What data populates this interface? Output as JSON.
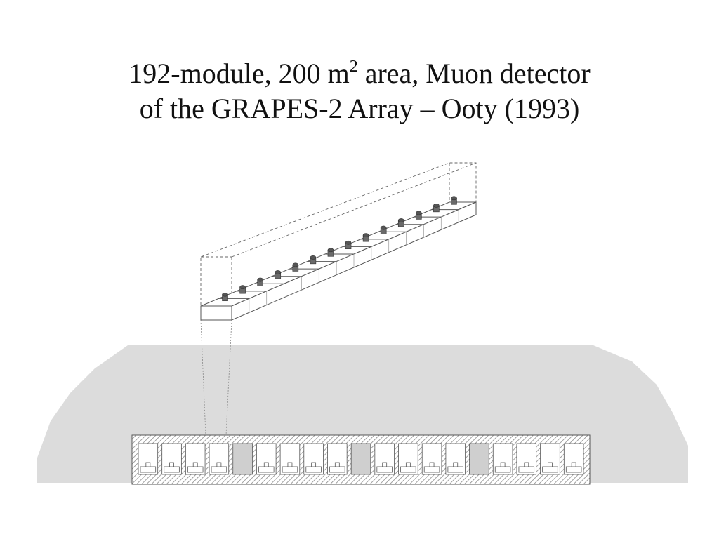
{
  "slide": {
    "title_line1_before": "192-module, 200 m",
    "title_superscript": "2",
    "title_line1_after": " area, Muon detector",
    "title_line2": "of the GRAPES-2 Array – Ooty (1993)"
  },
  "diagram": {
    "colors": {
      "ground": "#dcdcdc",
      "line": "#555555",
      "hatch": "#8a8a8a",
      "pmt": "#6a6a6a",
      "empty_bay": "#cfcfcf",
      "frame": "#ffffff"
    },
    "tunnel_layout": [
      "m",
      "m",
      "m",
      "m",
      "e",
      "m",
      "m",
      "m",
      "m",
      "e",
      "m",
      "m",
      "m",
      "m",
      "e",
      "m",
      "m",
      "m",
      "m"
    ],
    "module_row_pmt_count": 14
  }
}
